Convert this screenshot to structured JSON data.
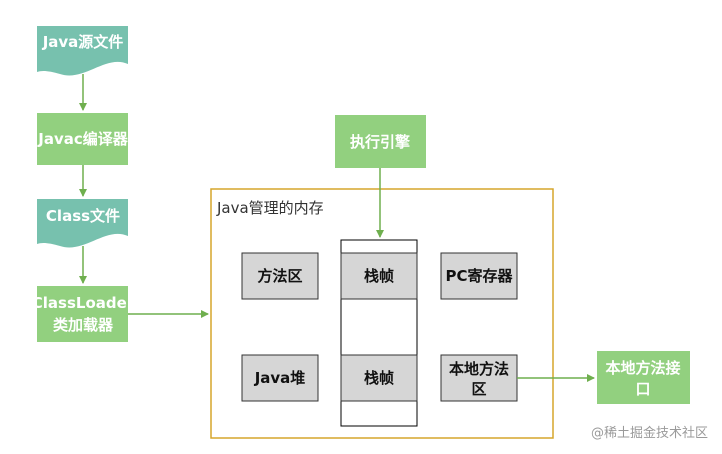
{
  "colors": {
    "teal": "#77C1AE",
    "green": "#92D07F",
    "gray": "#D6D6D6",
    "gold": "#D6A52C",
    "arrow": "#6FAF4E"
  },
  "nodes": {
    "java_source": "Java源文件",
    "javac": "Javac编译器",
    "class_file": "Class文件",
    "classloader_line1": "ClassLoader",
    "classloader_line2": "类加载器",
    "exec_engine": "执行引擎",
    "native_iface_line1": "本地方法接",
    "native_iface_line2": "口"
  },
  "memory": {
    "title": "Java管理的内存",
    "method_area": "方法区",
    "java_heap": "Java堆",
    "stack_frame_top": "栈帧",
    "stack_frame_bottom": "栈帧",
    "pc_register": "PC寄存器",
    "native_method_line1": "本地方法",
    "native_method_line2": "区"
  },
  "watermark": "@稀土掘金技术社区"
}
